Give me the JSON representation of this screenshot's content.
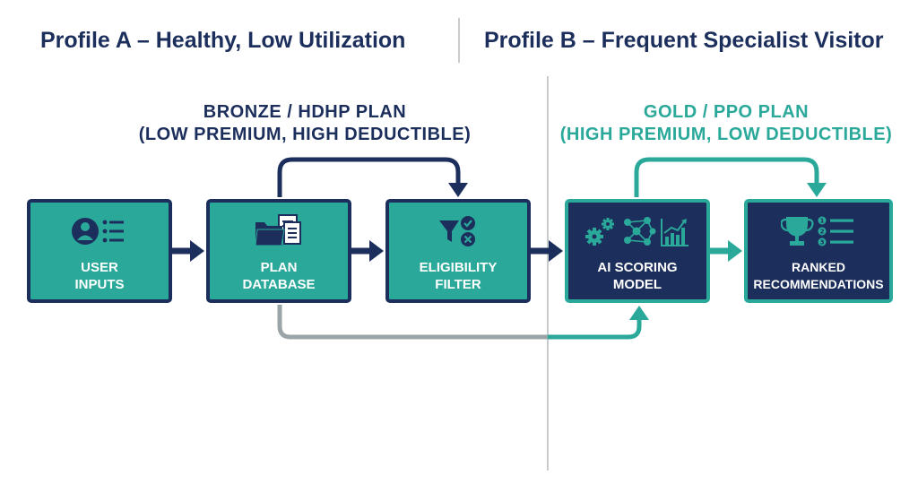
{
  "titles": {
    "profile_a": "Profile A – Healthy, Low Utilization",
    "profile_b": "Profile B – Frequent Specialist Visitor"
  },
  "plans": {
    "a_line1": "BRONZE / HDHP PLAN",
    "a_line2": "(LOW PREMIUM, HIGH DEDUCTIBLE)",
    "b_line1": "GOLD / PPO PLAN",
    "b_line2": "(HIGH PREMIUM, LOW DEDUCTIBLE)"
  },
  "nodes": {
    "user_inputs": {
      "line1": "USER",
      "line2": "INPUTS",
      "icon": "user-profile-icon"
    },
    "plan_database": {
      "line1": "PLAN",
      "line2": "DATABASE",
      "icon": "folder-documents-icon"
    },
    "eligibility_filter": {
      "line1": "ELIGIBILITY",
      "line2": "FILTER",
      "icon": "filter-check-icon"
    },
    "ai_scoring_model": {
      "line1": "AI SCORING",
      "line2": "MODEL",
      "icon": "gears-network-chart-icon"
    },
    "ranked_recommendations": {
      "line1": "RANKED",
      "line2": "RECOMMENDATIONS",
      "icon": "trophy-ranked-list-icon"
    }
  },
  "colors": {
    "navy": "#1c2f5c",
    "teal": "#2aa99a",
    "gray": "#9aa3a8",
    "divider": "#c8cccf"
  }
}
